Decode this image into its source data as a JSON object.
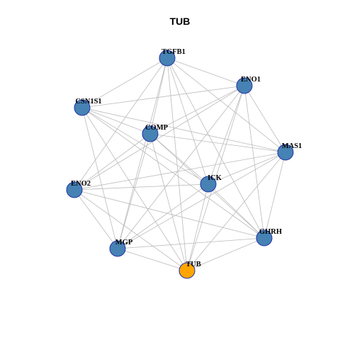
{
  "title": "TUB",
  "colors": {
    "node_default": "#4682B4",
    "node_highlight": "#FFA500",
    "node_border": "#2233AA",
    "edge": "#BBBBBB"
  },
  "nodes": [
    {
      "id": "TGFB1",
      "label": "TGFB1",
      "highlight": false
    },
    {
      "id": "ENO1",
      "label": "ENO1",
      "highlight": false
    },
    {
      "id": "CSN1S1",
      "label": "CSN1S1",
      "highlight": false
    },
    {
      "id": "COMP",
      "label": "COMP",
      "highlight": false
    },
    {
      "id": "MAS1",
      "label": "MAS1",
      "highlight": false
    },
    {
      "id": "ENO2",
      "label": "ENO2",
      "highlight": false
    },
    {
      "id": "ICK",
      "label": "ICK",
      "highlight": false
    },
    {
      "id": "GHRH",
      "label": "GHRH",
      "highlight": false
    },
    {
      "id": "MGP",
      "label": "MGP",
      "highlight": false
    },
    {
      "id": "TUB",
      "label": "TUB",
      "highlight": true
    }
  ],
  "edges": [
    [
      "TGFB1",
      "ENO1"
    ],
    [
      "TGFB1",
      "CSN1S1"
    ],
    [
      "TGFB1",
      "COMP"
    ],
    [
      "TGFB1",
      "MAS1"
    ],
    [
      "TGFB1",
      "ENO2"
    ],
    [
      "TGFB1",
      "ICK"
    ],
    [
      "TGFB1",
      "GHRH"
    ],
    [
      "TGFB1",
      "MGP"
    ],
    [
      "TGFB1",
      "TUB"
    ],
    [
      "ENO1",
      "CSN1S1"
    ],
    [
      "ENO1",
      "COMP"
    ],
    [
      "ENO1",
      "MAS1"
    ],
    [
      "ENO1",
      "ENO2"
    ],
    [
      "ENO1",
      "ICK"
    ],
    [
      "ENO1",
      "GHRH"
    ],
    [
      "ENO1",
      "MGP"
    ],
    [
      "ENO1",
      "TUB"
    ],
    [
      "CSN1S1",
      "COMP"
    ],
    [
      "CSN1S1",
      "MAS1"
    ],
    [
      "CSN1S1",
      "ICK"
    ],
    [
      "CSN1S1",
      "GHRH"
    ],
    [
      "CSN1S1",
      "MGP"
    ],
    [
      "CSN1S1",
      "TUB"
    ],
    [
      "COMP",
      "MAS1"
    ],
    [
      "COMP",
      "ENO2"
    ],
    [
      "COMP",
      "ICK"
    ],
    [
      "COMP",
      "GHRH"
    ],
    [
      "COMP",
      "MGP"
    ],
    [
      "COMP",
      "TUB"
    ],
    [
      "MAS1",
      "ENO2"
    ],
    [
      "MAS1",
      "ICK"
    ],
    [
      "MAS1",
      "GHRH"
    ],
    [
      "MAS1",
      "MGP"
    ],
    [
      "MAS1",
      "TUB"
    ],
    [
      "ENO2",
      "ICK"
    ],
    [
      "ENO2",
      "GHRH"
    ],
    [
      "ENO2",
      "MGP"
    ],
    [
      "ENO2",
      "TUB"
    ],
    [
      "ICK",
      "GHRH"
    ],
    [
      "ICK",
      "MGP"
    ],
    [
      "ICK",
      "TUB"
    ],
    [
      "GHRH",
      "MGP"
    ],
    [
      "GHRH",
      "TUB"
    ],
    [
      "MGP",
      "TUB"
    ]
  ]
}
